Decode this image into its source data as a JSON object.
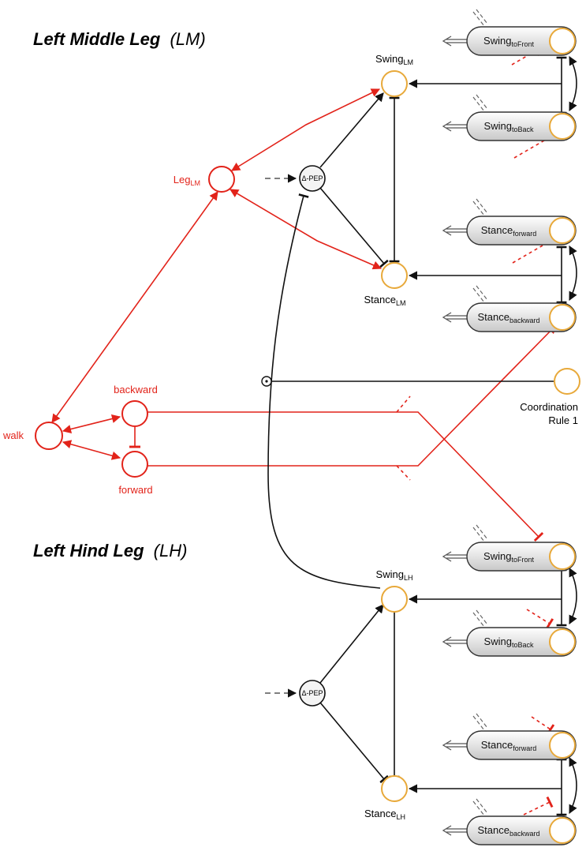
{
  "titles": {
    "lm_bold": "Left Middle Leg",
    "lm_abbr": "(LM)",
    "lh_bold": "Left Hind Leg",
    "lh_abbr": "(LH)"
  },
  "nodes": {
    "swing_lm": {
      "main": "Swing",
      "sub": "LM"
    },
    "stance_lm": {
      "main": "Stance",
      "sub": "LM"
    },
    "leg_lm": {
      "main": "Leg",
      "sub": "LM"
    },
    "swing_lh": {
      "main": "Swing",
      "sub": "LH"
    },
    "stance_lh": {
      "main": "Stance",
      "sub": "LH"
    },
    "walk": "walk",
    "backward": "backward",
    "forward": "forward",
    "coordination_line1": "Coordination",
    "coordination_line2": "Rule 1",
    "pep_lm": "Δ-PEP",
    "pep_lh": "Δ-PEP"
  },
  "pills": {
    "lm_swing_front": {
      "main": "Swing",
      "sub": "toFront"
    },
    "lm_swing_back": {
      "main": "Swing",
      "sub": "toBack"
    },
    "lm_stance_forward": {
      "main": "Stance",
      "sub": "forward"
    },
    "lm_stance_backward": {
      "main": "Stance",
      "sub": "backward"
    },
    "lh_swing_front": {
      "main": "Swing",
      "sub": "toFront"
    },
    "lh_swing_back": {
      "main": "Swing",
      "sub": "toBack"
    },
    "lh_stance_forward": {
      "main": "Stance",
      "sub": "forward"
    },
    "lh_stance_backward": {
      "main": "Stance",
      "sub": "backward"
    }
  },
  "colors": {
    "red": "#e2231a",
    "orange": "#e8a93a",
    "black": "#111111",
    "pill_fill": "#d9d9d9"
  }
}
